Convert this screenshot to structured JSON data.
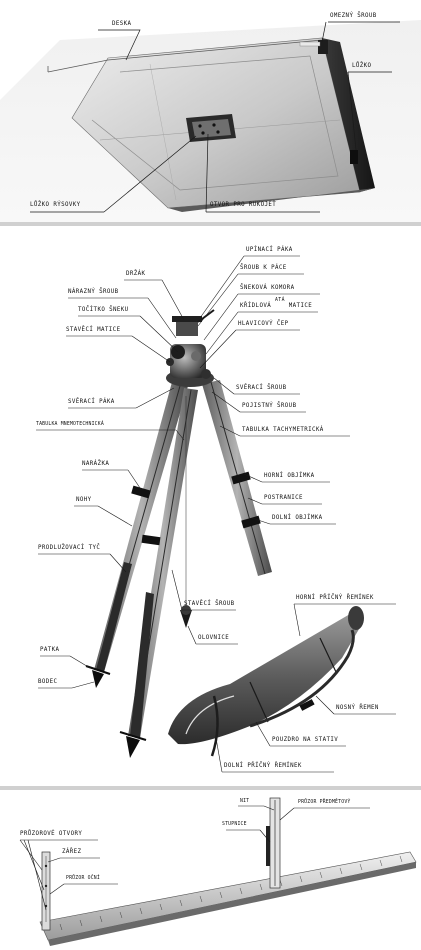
{
  "panels": [
    {
      "id": "board",
      "labels": {
        "deska": "DESKA",
        "omezny_sroub": "OMEZNÝ ŠROUB",
        "luzko": "LŮŽKO",
        "luzko_rysovky": "LŮŽKO RÝSOVKY",
        "otvor_pro_rukojet": "OTVOR PRO RUKOJEŤ"
      }
    },
    {
      "id": "tripod",
      "labels": {
        "upinaci_paka": "UPÍNACÍ PÁKA",
        "drzak": "DRŽÁK",
        "sroub_k_pace": "ŠROUB K PÁCE",
        "narazny_sroub": "NÁRAZNÝ ŠROUB",
        "snekova_komora": "ŠNEKOVÁ KOMORA",
        "tocitko_sneku": "TOČÍTKO ŠNEKU",
        "kridlova_matice_prefix": "KŘÍDLOVÁ",
        "kridlova_matice_sup": "ATÁ",
        "kridlova_matice_suffix": "MATICE",
        "staveci_matice": "STAVĚCÍ MATICE",
        "hlavicovy_cep": "HLAVICOVÝ ČEP",
        "sveraci_sroub": "SVĚRACÍ ŠROUB",
        "sveraci_paka": "SVĚRACÍ PÁKA",
        "pojistny_sroub": "POJISTNÝ ŠROUB",
        "tabulka_mnemotechnicka": "TABULKA MNEMOTECHNICKÁ",
        "tabulka_tachymetricka": "TABULKA TACHYMETRICKÁ",
        "narazka": "NARÁŽKA",
        "horni_objimka": "HORNÍ OBJÍMKA",
        "nohy": "NOHY",
        "postranice": "POSTRANICE",
        "dolni_objimka": "DOLNÍ OBJÍMKA",
        "prodluzovaci_tyc": "PRODLUŽOVACÍ TYČ",
        "staveci_sroub": "STAVĚCÍ ŠROUB",
        "horni_pricny_remenek": "HORNÍ PŘÍČNÝ ŘEMÍNEK",
        "olovnice": "OLOVNICE",
        "patka": "PATKA",
        "bodec": "BODEC",
        "nosny_remen": "NOSNÝ ŘEMEN",
        "pouzdro_na_stativ": "POUZDRO NA STATIV",
        "dolni_pricny_remenek": "DOLNÍ PŘÍČNÝ ŘEMÍNEK"
      }
    },
    {
      "id": "alidade",
      "labels": {
        "nit": "NIT",
        "pruzor_predmetovy": "PRŮZOR PŘEDMĚTOVÝ",
        "pruzorove_otvory": "PRŮZOROVÉ OTVORY",
        "stupnice": "STUPNICE",
        "zarez": "ZÁŘEZ",
        "pruzor_ocni": "PRŮZOR OČNÍ"
      }
    }
  ],
  "colors": {
    "background": "#ffffff",
    "ink": "#141414",
    "photo_dark": "#1c1c1c",
    "photo_mid": "#8a8a8a",
    "photo_light": "#d8d8d8"
  }
}
